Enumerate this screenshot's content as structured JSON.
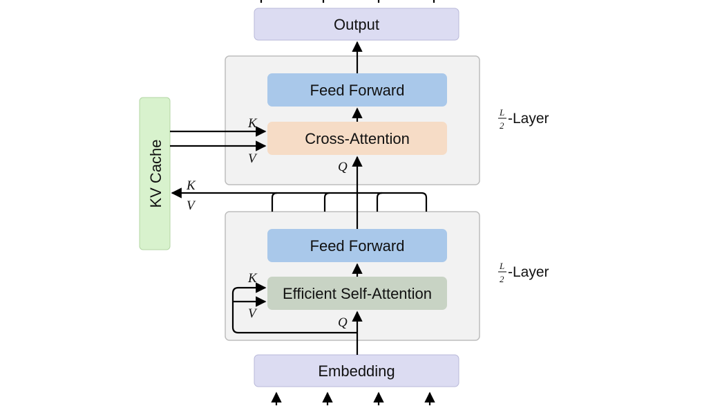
{
  "output": {
    "label": "Output"
  },
  "upper_block": {
    "feed_forward": "Feed Forward",
    "attention": "Cross-Attention",
    "k": "K",
    "v": "V",
    "q": "Q",
    "layer_frac_num": "L",
    "layer_frac_den": "2",
    "layer_suffix": "-Layer"
  },
  "lower_block": {
    "feed_forward": "Feed Forward",
    "attention": "Efficient Self-Attention",
    "k": "K",
    "v": "V",
    "q": "Q",
    "layer_frac_num": "L",
    "layer_frac_den": "2",
    "layer_suffix": "-Layer"
  },
  "kv_cache": {
    "label": "KV Cache",
    "k": "K",
    "v": "V"
  },
  "embedding": {
    "label": "Embedding"
  },
  "colors": {
    "output_fill": "#dcdcf2",
    "feed_forward_fill": "#a9c8ea",
    "cross_attention_fill": "#f6dcc6",
    "self_attention_fill": "#c8d3c4",
    "kv_cache_fill": "#d8f2cd",
    "block_fill": "#f2f2f2",
    "embedding_fill": "#dcdcf2"
  }
}
